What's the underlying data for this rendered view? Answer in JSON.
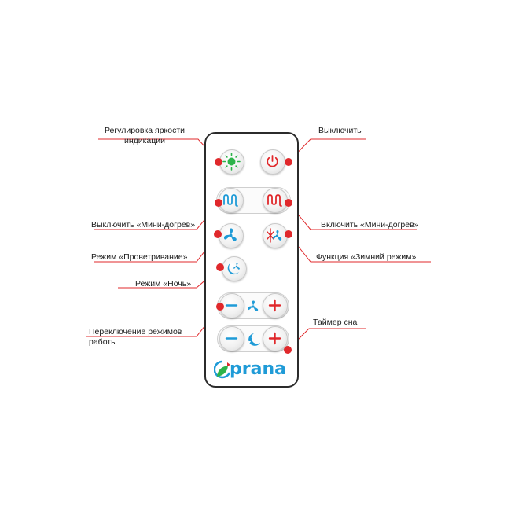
{
  "labels": {
    "brightness": "Регулировка яркости индикации",
    "power_off": "Выключить",
    "mini_heat_off": "Выключить «Мини-догрев»",
    "mini_heat_on": "Включить «Мини-догрев»",
    "ventilation": "Режим «Проветривание»",
    "winter": "Функция «Зимний режим»",
    "night": "Режим «Ночь»",
    "mode_switch": "Переключение режимов работы",
    "sleep_timer": "Таймер сна"
  },
  "logo": {
    "text": "prana"
  },
  "colors": {
    "callout_red": "#e0282b",
    "icon_blue": "#1f9bd7",
    "icon_red": "#e0282b",
    "icon_green": "#2db34a"
  },
  "icons": [
    "sun-icon",
    "power-icon",
    "heat-wave-icon-blue",
    "heat-wave-icon-red",
    "fan-icon",
    "snowflake-fan-icon",
    "moon-fan-icon",
    "minus-icon",
    "plus-icon",
    "fan-icon-small",
    "sleep-zz-icon"
  ]
}
